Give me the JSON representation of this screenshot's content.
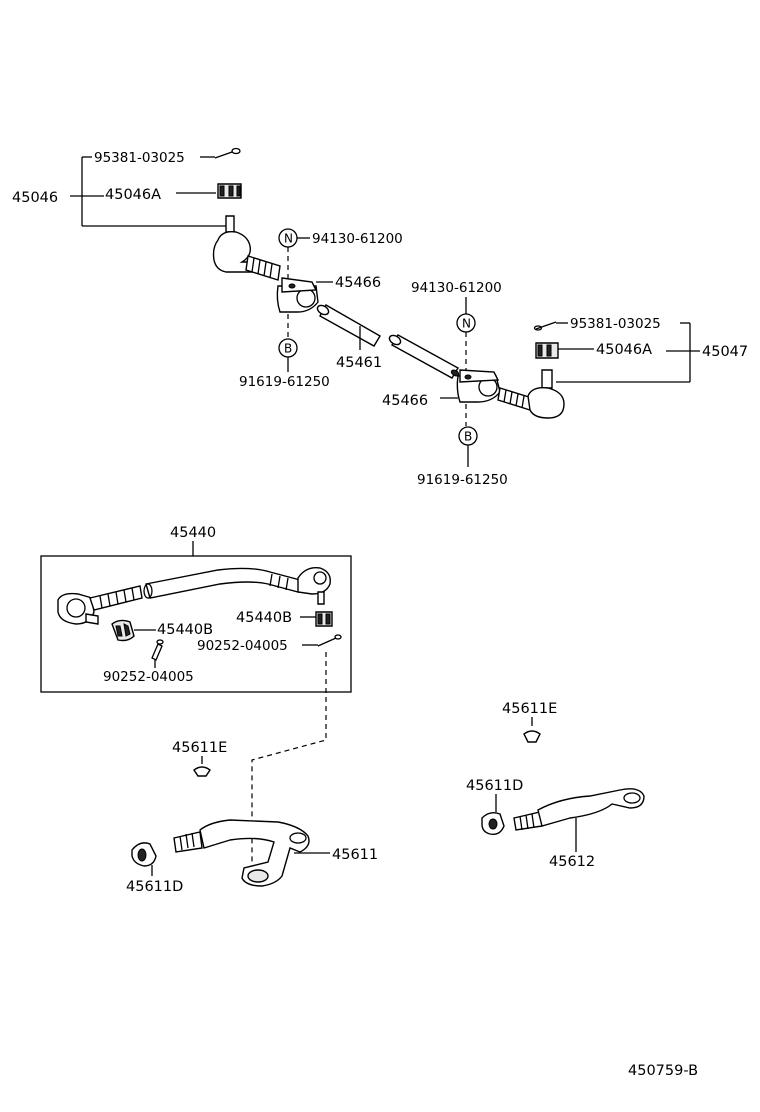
{
  "diagram_code": "450759-B",
  "upper_group": {
    "left_end": {
      "assembly": "45046",
      "cotter_pin": "95381-03025",
      "nut": "45046A"
    },
    "right_end": {
      "assembly": "45047",
      "cotter_pin": "95381-03025",
      "nut": "45046A"
    },
    "left_clamp": {
      "clamp": "45466",
      "nut_marker": "N",
      "nut": "94130-61200",
      "bolt_marker": "B",
      "bolt": "91619-61250"
    },
    "right_clamp": {
      "clamp": "45466",
      "nut_marker": "N",
      "nut": "94130-61200",
      "bolt_marker": "B",
      "bolt": "91619-61250"
    },
    "tube": "45461"
  },
  "relay_rod": {
    "assembly": "45440",
    "nut_left": "45440B",
    "nut_right": "45440B",
    "pin_right": "90252-04005",
    "pin_left": "90252-04005"
  },
  "idler_left": {
    "arm": "45611",
    "grease_fitting": "45611E",
    "bushing": "45611D"
  },
  "idler_right": {
    "arm": "45612",
    "grease_fitting": "45611E",
    "bushing": "45611D"
  }
}
